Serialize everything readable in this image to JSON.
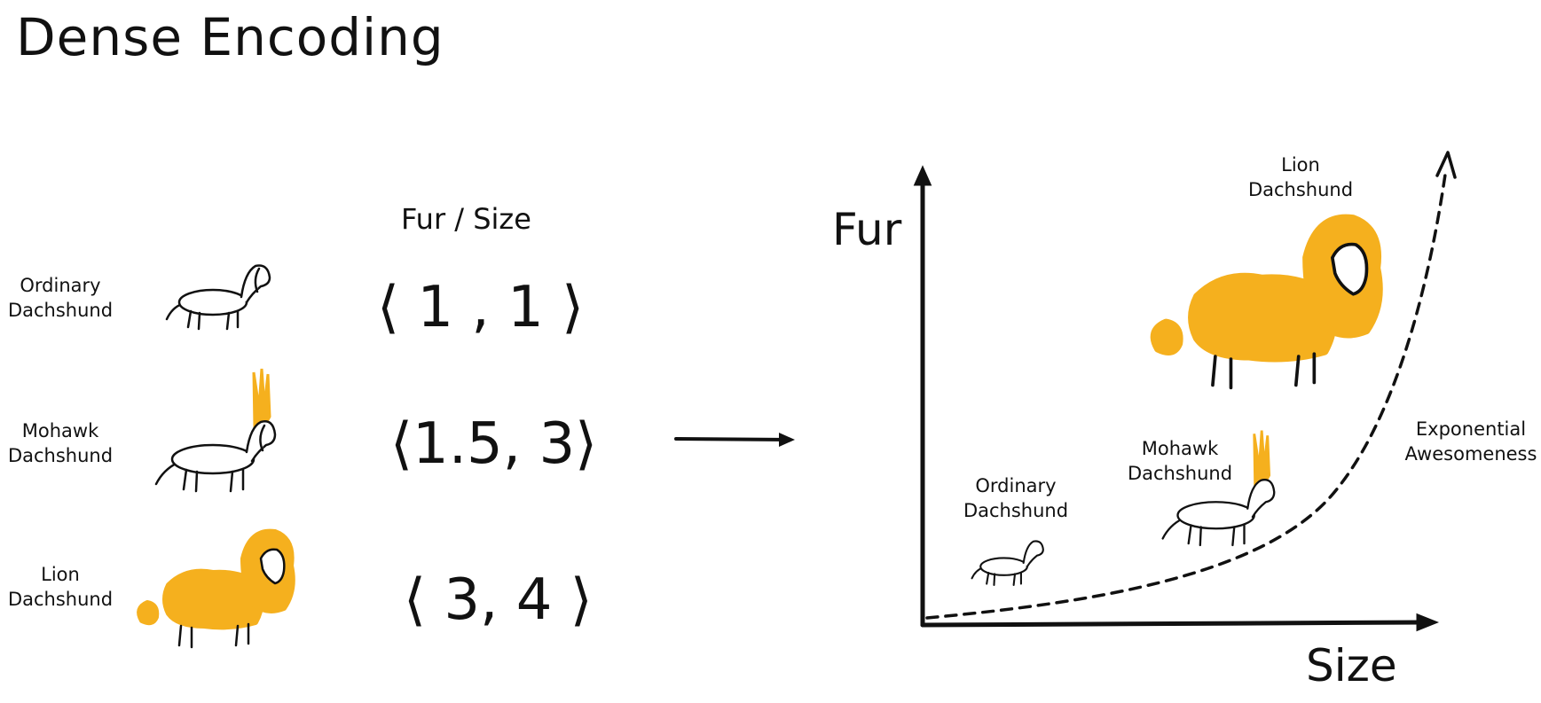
{
  "title": "Dense Encoding",
  "table": {
    "header": "Fur / Size",
    "rows": [
      {
        "name_line1": "Ordinary",
        "name_line2": "Dachshund",
        "vector": "⟨ 1 , 1 ⟩"
      },
      {
        "name_line1": "Mohawk",
        "name_line2": "Dachshund",
        "vector": "⟨1.5, 3⟩"
      },
      {
        "name_line1": "Lion",
        "name_line2": "Dachshund",
        "vector": "⟨ 3, 4 ⟩"
      }
    ]
  },
  "plot": {
    "y_label": "Fur",
    "x_label": "Size",
    "curve_label_line1": "Exponential",
    "curve_label_line2": "Awesomeness",
    "points": [
      {
        "line1": "Ordinary",
        "line2": "Dachshund",
        "fur": 1,
        "size": 1
      },
      {
        "line1": "Mohawk",
        "line2": "Dachshund",
        "fur": 1.5,
        "size": 3
      },
      {
        "line1": "Lion",
        "line2": "Dachshund",
        "fur": 3,
        "size": 4
      }
    ]
  },
  "colors": {
    "ink": "#111111",
    "mane": "#f5b01e",
    "dog": "#ffffff"
  },
  "icons": [
    "dachshund-icon",
    "arrow-right-icon"
  ]
}
